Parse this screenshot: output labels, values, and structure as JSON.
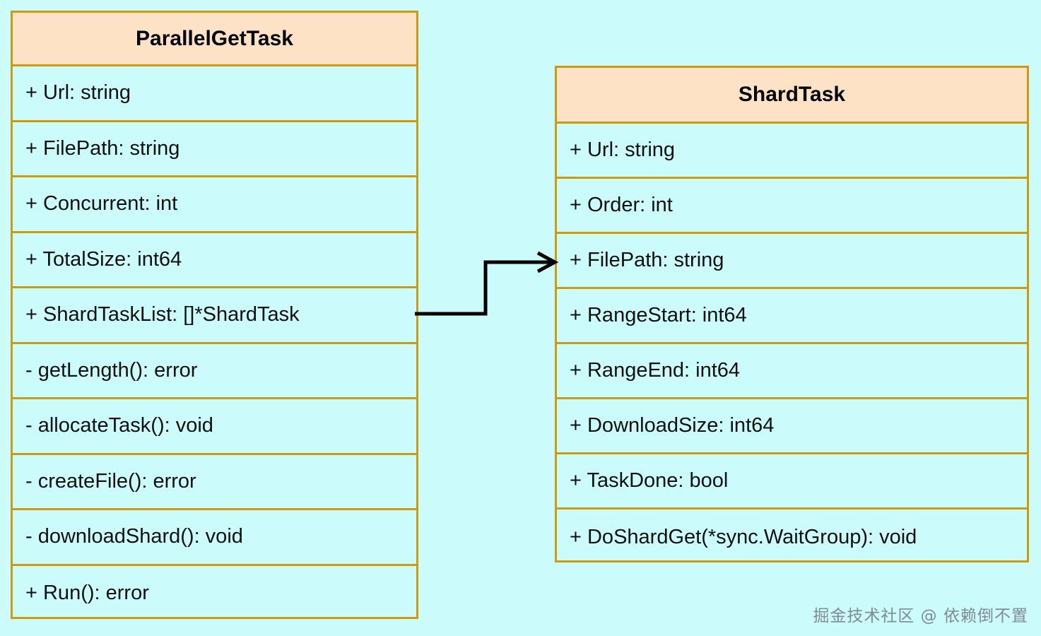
{
  "diagram": {
    "type": "uml-class-diagram",
    "background_color": "#CCFBFC",
    "border_color": "#CC9B12",
    "header_fill": "#FDE2C6",
    "body_fill": "#CCFBFC",
    "connector_color": "#000000"
  },
  "classes": [
    {
      "id": "ParallelGetTask",
      "title": "ParallelGetTask",
      "members": [
        "+ Url: string",
        "+ FilePath: string",
        "+ Concurrent: int",
        "+ TotalSize: int64",
        "+ ShardTaskList: []*ShardTask",
        "- getLength(): error",
        "- allocateTask(): void",
        "- createFile(): error",
        "- downloadShard(): void",
        "+ Run(): error"
      ]
    },
    {
      "id": "ShardTask",
      "title": "ShardTask",
      "members": [
        "+ Url: string",
        "+ Order: int",
        "+ FilePath: string",
        "+ RangeStart: int64",
        "+ RangeEnd: int64",
        "+ DownloadSize: int64",
        "+ TaskDone: bool",
        "+ DoShardGet(*sync.WaitGroup): void"
      ]
    }
  ],
  "connectors": [
    {
      "from": "ParallelGetTask.ShardTaskList",
      "to": "ShardTask",
      "style": "orthogonal-open-arrow",
      "label": ""
    }
  ],
  "watermark": {
    "text": "掘金技术社区 @ 依赖倒不置"
  }
}
